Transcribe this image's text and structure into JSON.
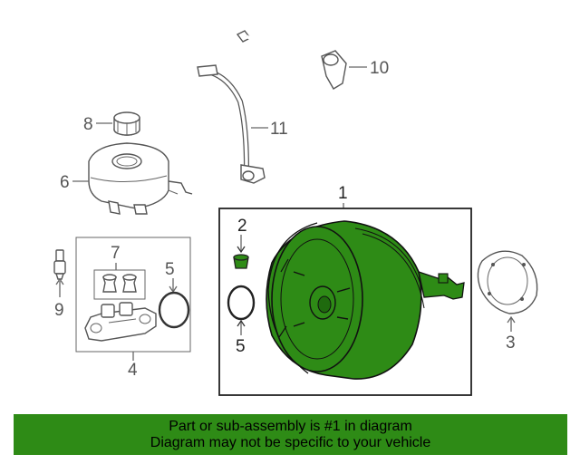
{
  "callouts": {
    "c1": "1",
    "c2": "2",
    "c3": "3",
    "c4": "4",
    "c5a": "5",
    "c5b": "5",
    "c6": "6",
    "c7": "7",
    "c8": "8",
    "c9": "9",
    "c10": "10",
    "c11": "11"
  },
  "banner": {
    "line1": "Part or sub-assembly is #1 in diagram",
    "line2": "Diagram may not be specific to your vehicle"
  },
  "colors": {
    "highlight_part": "#2e8b16",
    "banner_bg": "#2e8b16",
    "outline": "#555555"
  }
}
